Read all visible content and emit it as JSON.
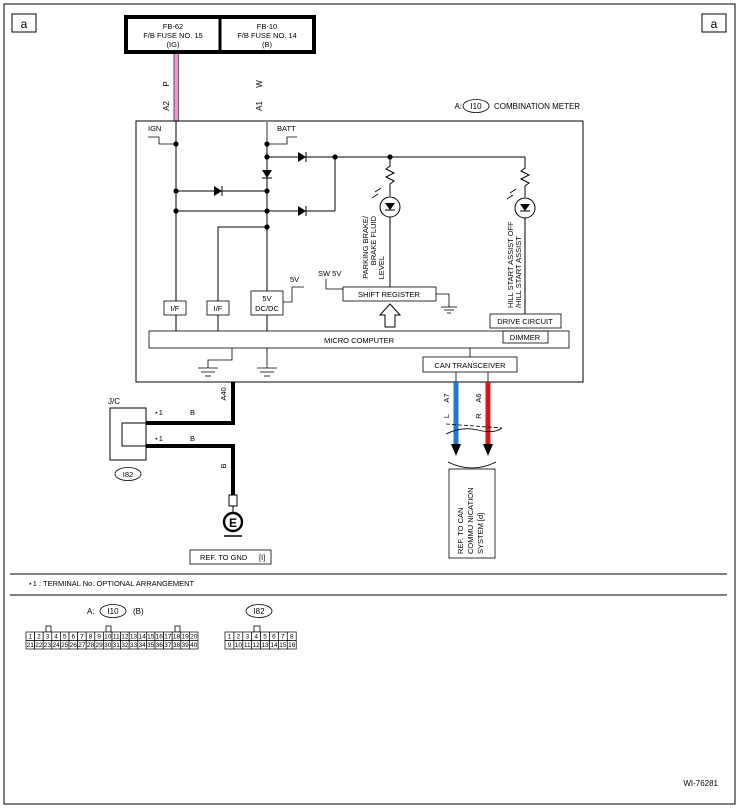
{
  "corner_label_left": "a",
  "corner_label_right": "a",
  "fuses": [
    {
      "name": "FB-62",
      "desc": "F/B FUSE NO. 15",
      "circuit": "(IG)"
    },
    {
      "name": "FB-10",
      "desc": "F/B FUSE NO. 14",
      "circuit": "(B)"
    }
  ],
  "top_wires": [
    {
      "color": "P",
      "terminal": "A2"
    },
    {
      "color": "W",
      "terminal": "A1"
    }
  ],
  "meter": {
    "connector_prefix": "A:",
    "connector": "I10",
    "name": "COMBINATION METER"
  },
  "inside": {
    "ign": "IGN",
    "batt": "BATT",
    "if1": "I/F",
    "if2": "I/F",
    "dcdc_line1": "5V",
    "dcdc_line2": "DC/DC",
    "v5": "5V",
    "sw5v": "SW 5V",
    "shift_register": "SHIFT REGISTER",
    "lamp1_line1": "PARKING BRAKE/",
    "lamp1_line2": "BRAKE FLUID",
    "lamp1_line3": "LEVEL",
    "lamp2_line1": "HILL START ASSIST OFF",
    "lamp2_line2": "/HILL START ASSIST",
    "drive_circuit": "DRIVE CIRCUIT",
    "dimmer": "DIMMER",
    "micro_computer": "MICRO COMPUTER",
    "can_transceiver": "CAN TRANSCEIVER"
  },
  "ground_wire": {
    "terminal": "A40"
  },
  "jc": {
    "label": "J/C",
    "connector": "I82",
    "mark1": "⋆1",
    "mark2": "⋆1",
    "wire1": "B",
    "wire2": "B",
    "wire3": "B"
  },
  "ground": {
    "symbol": "E",
    "ref": "REF. TO GND",
    "ref_code": "[I]"
  },
  "can_wires": [
    {
      "color": "L",
      "terminal": "A7",
      "hex": "#1f78d1"
    },
    {
      "color": "R",
      "terminal": "A6",
      "hex": "#d81818"
    }
  ],
  "can_ref": {
    "line1": "REF. TO CAN",
    "line2": "COMMU NICATION",
    "line3": "SYSTEM [d]"
  },
  "pink_wire_hex": "#e89ad3",
  "footnote": "⋆1 : TERMINAL No. OPTIONAL ARRANGEMENT",
  "connector_views": {
    "i10": {
      "prefix": "A:",
      "code": "I10",
      "suffix": "(B)",
      "row1": [
        "1",
        "2",
        "3",
        "4",
        "5",
        "6",
        "7",
        "8",
        "9",
        "10",
        "11",
        "12",
        "13",
        "14",
        "15",
        "16",
        "17",
        "18",
        "19",
        "20"
      ],
      "row2": [
        "21",
        "22",
        "23",
        "24",
        "25",
        "26",
        "27",
        "28",
        "29",
        "30",
        "31",
        "32",
        "33",
        "34",
        "35",
        "36",
        "37",
        "38",
        "39",
        "40"
      ]
    },
    "i82": {
      "code": "I82",
      "row1": [
        "1",
        "2",
        "3",
        "4",
        "5",
        "6",
        "7",
        "8"
      ],
      "row2": [
        "9",
        "10",
        "11",
        "12",
        "13",
        "14",
        "15",
        "16"
      ]
    }
  },
  "figure_id": "WI-76281"
}
